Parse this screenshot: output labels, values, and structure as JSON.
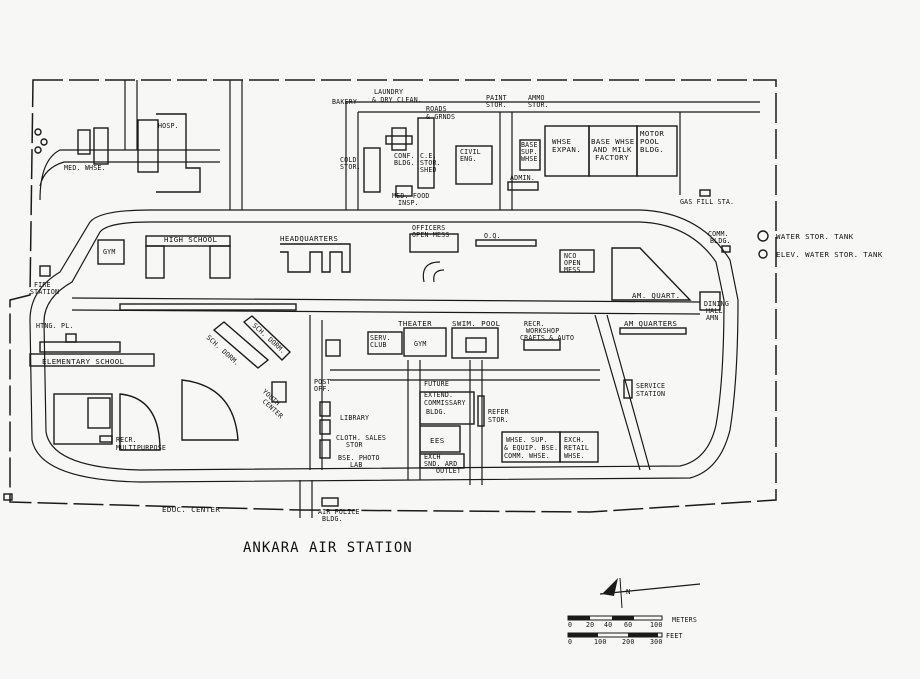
{
  "title": "ANKARA AIR STATION",
  "labels": {
    "bakery": "BAKERY",
    "laundry": "LAUNDRY",
    "dry_clean": "& DRY CLEAN.",
    "roads": "ROADS",
    "grnds": "& GRNDS",
    "paint": "PAINT",
    "paint_stor": "STOR.",
    "ammo": "AMMO",
    "ammo_stor": "STOR.",
    "hosp": "HOSP.",
    "conf": "CONF.",
    "conf_bldg": "BLDG.",
    "ce": "C.E.",
    "ce_stor": "STOR.",
    "ce_shed": "SHED",
    "civil": "CIVIL",
    "civil_eng": "ENG.",
    "base_sup": "BASE",
    "base_sup2": "SUP.",
    "base_sup3": "WHSE.",
    "whse": "WHSE",
    "expan": "EXPAN.",
    "base_whse": "BASE WHSE.",
    "milk": "AND MILK",
    "factory": "FACTORY",
    "motor": "MOTOR",
    "pool": "POOL",
    "pool_bldg": "BLDG.",
    "cold": "COLD",
    "cold_stor": "STOR.",
    "med_whse": "MED. WHSE.",
    "med_food": "MED. FOOD",
    "insp": "INSP.",
    "admin": "ADMIN.",
    "gas": "GAS FILL STA.",
    "water_tank": "WATER STOR. TANK",
    "elev_tank": "ELEV. WATER STOR. TANK",
    "comm": "COMM.",
    "comm_bldg": "BLDG.",
    "officers": "OFFICERS",
    "open_mess": "OPEN MESS",
    "oq": "O.Q.",
    "gym": "GYM",
    "high_school": "HIGH SCHOOL",
    "hq": "HEADQUARTERS",
    "nco": "NCO",
    "nco_open": "OPEN",
    "nco_mess": "MESS",
    "fire": "FIRE",
    "fire_station": "STATION",
    "am_quart": "AM. QUART.",
    "dining": "DINING",
    "dining_hall": "HALL",
    "amn": "AMN",
    "am_quarters": "AM QUARTERS",
    "htng": "HTNG. PL.",
    "elementary": "ELEMENTARY SCHOOL",
    "sch_dorm1": "SCH. DORM.",
    "sch_dorm2": "SCH. DORM.",
    "youth": "YOUTH",
    "center": "CENTER",
    "serv": "SERV.",
    "club": "CLUB",
    "theater": "THEATER",
    "gym2": "GYM",
    "swim": "SWIM. POOL",
    "recr": "RECR.",
    "workshop": "WORKSHOP",
    "crafts": "CRAFTS & AUTO",
    "service": "SERVICE",
    "station": "STATION",
    "recr2": "RECR.",
    "multipurpose": "MULTIPURPOSE",
    "post": "POST",
    "off": "OFF.",
    "library": "LIBRARY",
    "cloth": "CLOTH. SALES",
    "cloth_stor": "STOR",
    "bse_photo": "BSE. PHOTO",
    "lab": "LAB",
    "future": "FUTURE",
    "extend": "EXTEND.",
    "commissary": "COMMISSARY",
    "comm_bldg2": "BLDG.",
    "refer": "REFER",
    "refer_stor": "STOR.",
    "ees": "EES",
    "exch": "EXCH",
    "snd": "SND. ARD",
    "outlet": "OUTLET",
    "whse_sup": "WHSE. SUP.",
    "equip": "& EQUIP. BSE.",
    "comm_whse": "COMM. WHSE.",
    "exch2": "EXCH.",
    "retail": "RETAIL",
    "whse2": "WHSE.",
    "educ": "EDUC. CENTER",
    "air_police": "AIR POLICE",
    "ap_bldg": "BLDG."
  },
  "scale": {
    "meters_label": "METERS",
    "feet_label": "FEET",
    "meters_ticks": [
      "0",
      "20",
      "40",
      "60",
      "100"
    ],
    "feet_ticks": [
      "0",
      "100",
      "200",
      "300"
    ]
  },
  "north": {
    "letter": "N"
  }
}
